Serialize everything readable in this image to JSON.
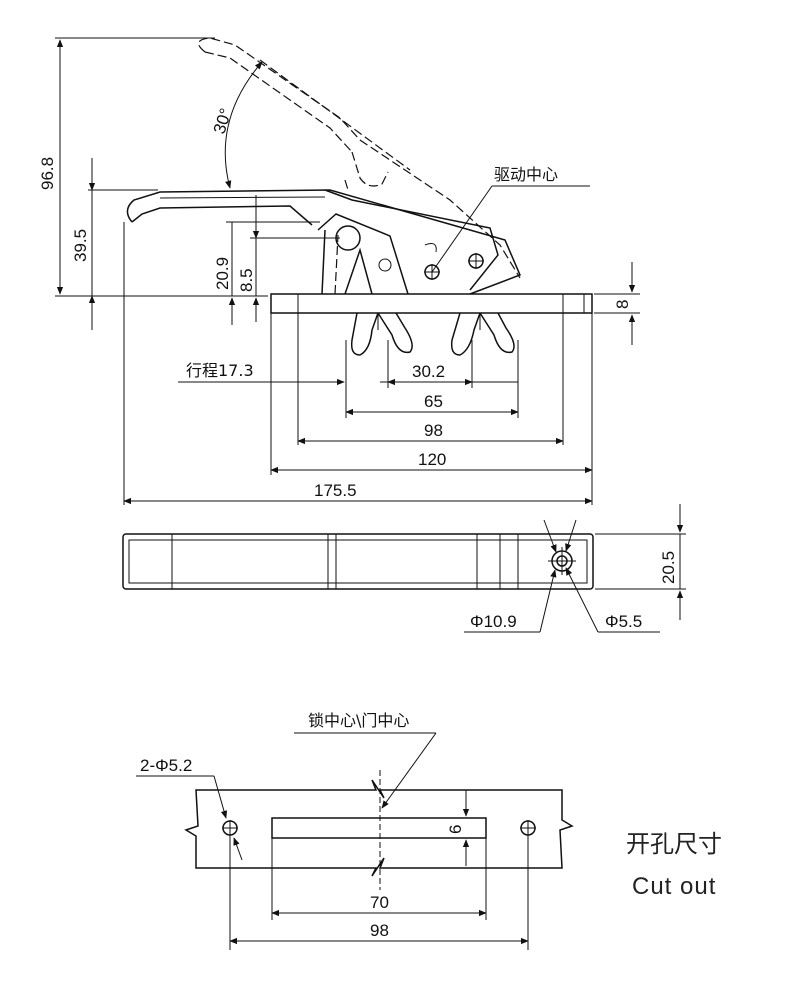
{
  "side_view": {
    "angle_label": "30°",
    "drive_center_label": "驱动中心",
    "stroke_label": "行程17.3",
    "dim_total_height": "96.8",
    "dim_handle_height": "39.5",
    "dim_20_9": "20.9",
    "dim_8_5": "8.5",
    "dim_base_thickness": "8",
    "dim_30_2": "30.2",
    "dim_65": "65",
    "dim_98": "98",
    "dim_120": "120",
    "dim_175_5": "175.5"
  },
  "top_view": {
    "dim_width": "20.5",
    "hole_outer": "Φ10.9",
    "hole_inner": "Φ5.5"
  },
  "cutout": {
    "lock_center_label": "锁中心\\门中心",
    "hole_spec": "2-Φ5.2",
    "slot_height": "6",
    "dim_70": "70",
    "dim_98": "98",
    "title_cn": "开孔尺寸",
    "title_en": "Cut out"
  }
}
